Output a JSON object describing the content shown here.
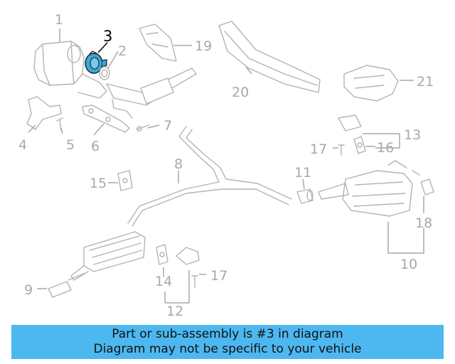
{
  "callouts": {
    "c1": "1",
    "c2": "2",
    "c3": "3",
    "c4": "4",
    "c5": "5",
    "c6": "6",
    "c7": "7",
    "c8": "8",
    "c9": "9",
    "c10": "10",
    "c11": "11",
    "c12": "12",
    "c13": "13",
    "c14": "14",
    "c15": "15",
    "c16": "16",
    "c17a": "17",
    "c17b": "17",
    "c18": "18",
    "c19": "19",
    "c20": "20",
    "c21": "21"
  },
  "highlight": {
    "part": "3",
    "color": "#3aa8d8"
  },
  "banner": {
    "line1": "Part or sub-assembly is #3 in diagram",
    "line2": "Diagram may not be specific to your vehicle",
    "background": "#4db8f0"
  }
}
